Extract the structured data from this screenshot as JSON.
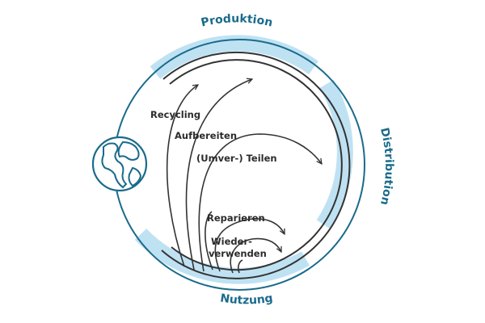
{
  "colors": {
    "ring_band": "#bfe2f3",
    "ring_outer": "#1a6b8c",
    "ring_inner": "#333333",
    "arrow": "#333333",
    "label_accent": "#1a6b8c",
    "globe": "#1a6b8c"
  },
  "phases": {
    "production": "Produktion",
    "distribution": "Distribution",
    "usage": "Nutzung"
  },
  "loops": [
    {
      "label": "Recycling"
    },
    {
      "label": "Aufbereiten"
    },
    {
      "label": "(Umver-) Teilen"
    },
    {
      "label": "Reparieren"
    },
    {
      "label": "Wieder-"
    },
    {
      "label": "verwenden"
    }
  ],
  "icons": {
    "globe": "globe-icon"
  }
}
